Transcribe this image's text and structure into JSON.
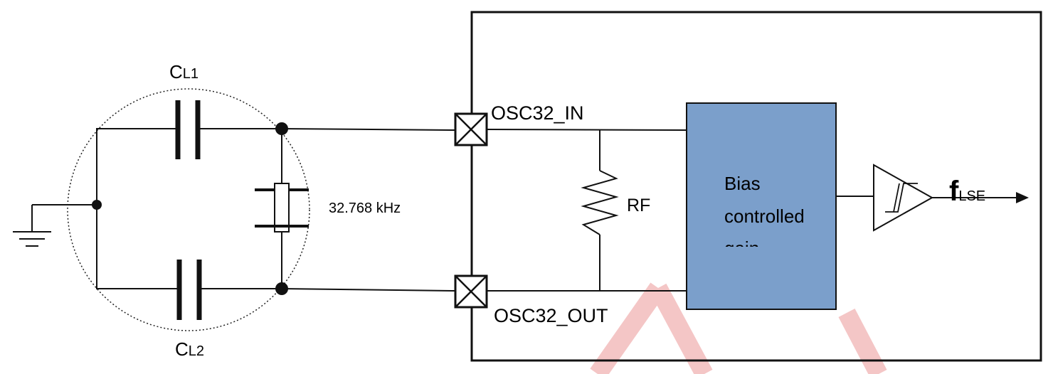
{
  "labels": {
    "cl1_main": "C",
    "cl1_sub": "L1",
    "cl2_main": "C",
    "cl2_sub": "L2",
    "crystal_freq": "32.768 kHz",
    "pin_in": "OSC32_IN",
    "pin_out": "OSC32_OUT",
    "resistor": "RF",
    "bias_line1": "Bias",
    "bias_line2": "controlled",
    "bias_line3": "gain",
    "output_main": "f",
    "output_sub": "LSE"
  },
  "colors": {
    "bias_block_fill": "#7b9fcb",
    "watermark": "#f4c6c6",
    "line": "#111111"
  },
  "icons": {
    "ground": "ground-icon",
    "crystal": "crystal-icon",
    "schmitt_buffer": "schmitt-trigger-buffer-icon",
    "pin": "pin-cross-box-icon"
  }
}
